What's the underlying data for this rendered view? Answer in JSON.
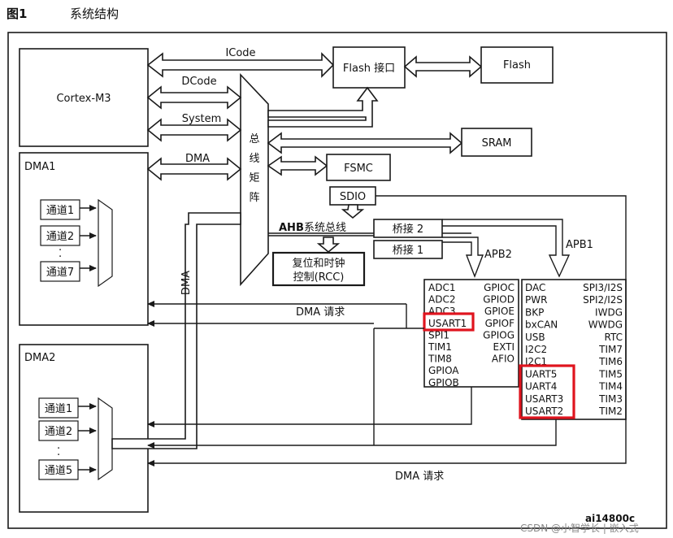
{
  "figure": {
    "number": "图1",
    "title": "系统结构"
  },
  "blocks": {
    "cortex": "Cortex-M3",
    "dma1": "DMA1",
    "dma2": "DMA2",
    "flash_if": "Flash 接口",
    "flash": "Flash",
    "sram": "SRAM",
    "fsmc": "FSMC",
    "sdio": "SDIO",
    "bus_matrix": [
      "总",
      "线",
      "矩",
      "阵"
    ],
    "ahb": "AHB",
    "ahb_suffix": "系统总线",
    "bridge2": "桥接 2",
    "bridge1": "桥接 1",
    "rcc_line1": "复位和时钟",
    "rcc_line2": "控制(RCC)",
    "apb2": "APB2",
    "apb1": "APB1"
  },
  "buses": {
    "icode": "ICode",
    "dcode": "DCode",
    "system": "System",
    "dma": "DMA",
    "dma_vertical": "DMA",
    "dma_req_1": "DMA 请求",
    "dma_req_2": "DMA 请求"
  },
  "dma1_channels": [
    "通道1",
    "通道2",
    "通道7"
  ],
  "dma2_channels": [
    "通道1",
    "通道2",
    "通道5"
  ],
  "channel_gap": ".",
  "apb2_peripherals": {
    "left": [
      "ADC1",
      "ADC2",
      "ADC3",
      "USART1",
      "SPI1",
      "TIM1",
      "TIM8",
      "GPIOA",
      "GPIOB"
    ],
    "right": [
      "GPIOC",
      "GPIOD",
      "GPIOE",
      "GPIOF",
      "GPIOG",
      "EXTI",
      "AFIO"
    ]
  },
  "apb1_peripherals": {
    "left": [
      "DAC",
      "PWR",
      "BKP",
      "bxCAN",
      "USB",
      "I2C2",
      "I2C1",
      "UART5",
      "UART4",
      "USART3",
      "USART2"
    ],
    "right": [
      "SPI3/I2S",
      "SPI2/I2S",
      "IWDG",
      "WWDG",
      "RTC",
      "TIM7",
      "TIM6",
      "TIM5",
      "TIM4",
      "TIM3",
      "TIM2"
    ]
  },
  "highlight_color": "#e0141e",
  "figure_id": "ai14800c",
  "watermark": "CSDN @小智学长 | 嵌入式"
}
